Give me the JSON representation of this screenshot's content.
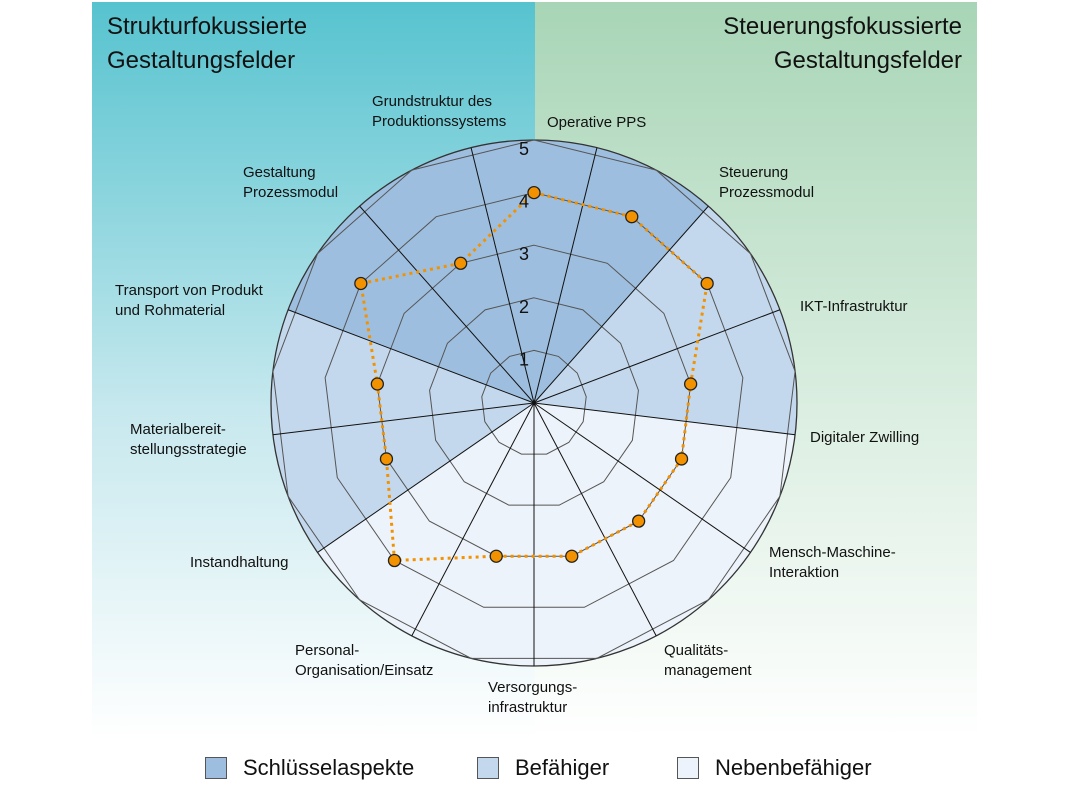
{
  "headers": {
    "left": "Strukturfokussierte\nGestaltungsfelder",
    "right": "Steuerungsfokussierte\nGestaltungsfelder"
  },
  "colors": {
    "left_bg_top": "#56c3cf",
    "right_bg_top": "#a8d5b6",
    "key": "#9dbede",
    "enabler": "#c4d8ed",
    "secondary": "#edf3fa",
    "series_line": "#f39200",
    "series_marker": "#f39200"
  },
  "legend": [
    {
      "label": "Schlüsselaspekte",
      "color": "#9dbede"
    },
    {
      "label": "Befähiger",
      "color": "#c4d8ed"
    },
    {
      "label": "Nebenbefähiger",
      "color": "#edf3fa"
    }
  ],
  "chart_data": {
    "type": "radar",
    "rmax": 5,
    "ticks": [
      "1",
      "2",
      "3",
      "4",
      "5"
    ],
    "grid": true,
    "categories": [
      "Operative PPS",
      "Steuerung\nProzessmodul",
      "IKT-Infrastruktur",
      "Digitaler Zwilling",
      "Mensch-Maschine-\nInteraktion",
      "Qualitäts-\nmanagement",
      "Versorgungs-\ninfrastruktur",
      "Personal-\nOrganisation/Einsatz",
      "Instandhaltung",
      "Materialbereit-\nstellungsstrategie",
      "Transport von Produkt\nund Rohmaterial",
      "Gestaltung\nProzessmodul",
      "Grundstruktur des\nProduktionssystems"
    ],
    "category_class": [
      "key",
      "key",
      "enabler",
      "enabler",
      "secondary",
      "secondary",
      "secondary",
      "secondary",
      "secondary",
      "enabler",
      "enabler",
      "key",
      "key"
    ],
    "series": [
      {
        "values": [
          4.0,
          4.0,
          4.0,
          3.0,
          3.0,
          3.0,
          3.0,
          3.0,
          4.0,
          3.0,
          3.0,
          4.0,
          3.0
        ]
      }
    ]
  }
}
